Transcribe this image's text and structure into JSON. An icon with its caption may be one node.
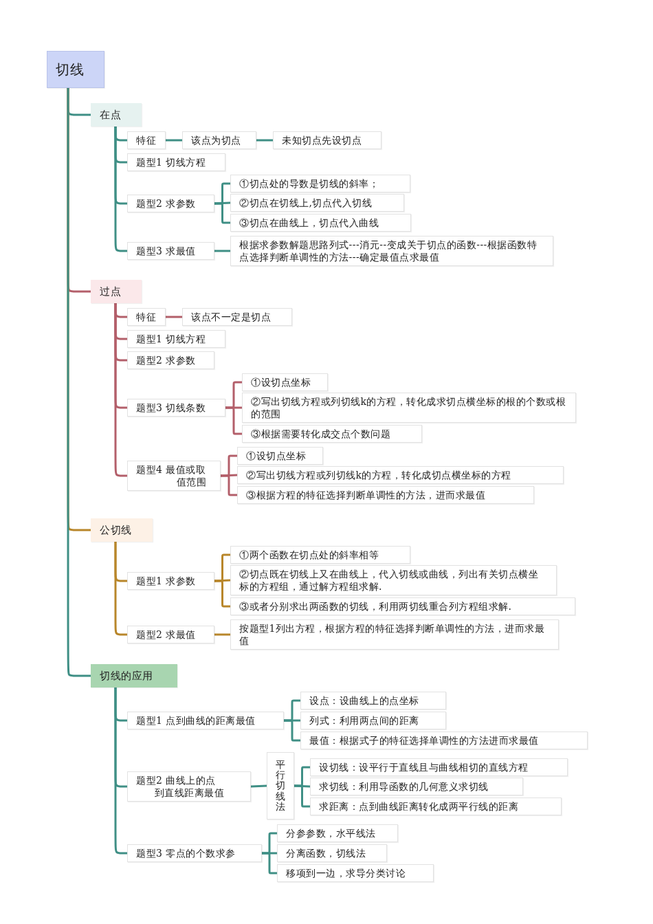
{
  "diagram": {
    "nodes": [
      {
        "text": [
          "切线"
        ]
      },
      {
        "text": [
          "在点"
        ]
      },
      {
        "text": [
          "特征"
        ]
      },
      {
        "text": [
          "该点为切点"
        ]
      },
      {
        "text": [
          "未知切点先设切点"
        ]
      },
      {
        "text": [
          "题型1 切线方程"
        ]
      },
      {
        "text": [
          "题型2 求参数"
        ]
      },
      {
        "text": [
          "①切点处的导数是切线的斜率；"
        ]
      },
      {
        "text": [
          "②切点在切线上,切点代入切线"
        ]
      },
      {
        "text": [
          "③切点在曲线上，切点代入曲线"
        ]
      },
      {
        "text": [
          "题型3 求最值"
        ]
      },
      {
        "text": [
          "根据求参数解题思路列式---消元--变成关于切点的函数---根据函数特点选择判断单调性的方法---确定最值点求最值"
        ]
      },
      {
        "text": [
          "过点"
        ]
      },
      {
        "text": [
          "特征"
        ]
      },
      {
        "text": [
          "该点不一定是切点"
        ]
      },
      {
        "text": [
          "题型1 切线方程"
        ]
      },
      {
        "text": [
          "题型2 求参数"
        ]
      },
      {
        "text": [
          "题型3 切线条数"
        ]
      },
      {
        "text": [
          "①设切点坐标"
        ]
      },
      {
        "text": [
          "②写出切线方程或列切线k的方程，转化成求切点横坐标的根的个数或根的范围"
        ]
      },
      {
        "text": [
          "③根据需要转化成交点个数问题"
        ]
      },
      {
        "text": [
          "题型4 最值或取值范围"
        ]
      },
      {
        "text": [
          "①设切点坐标"
        ]
      },
      {
        "text": [
          "②写出切线方程或列切线k的方程，转化成切点横坐标的方程"
        ]
      },
      {
        "text": [
          "③根据方程的特征选择判断单调性的方法，进而求最值"
        ]
      },
      {
        "text": [
          "公切线"
        ]
      },
      {
        "text": [
          "题型1 求参数"
        ]
      },
      {
        "text": [
          "①两个函数在切点处的斜率相等"
        ]
      },
      {
        "text": [
          "②切点既在切线上又在曲线上，代入切线或曲线，列出有关切点横坐标的方程组，通过解方程组求解."
        ]
      },
      {
        "text": [
          "③或者分别求出两函数的切线，利用两切线重合列方程组求解."
        ]
      },
      {
        "text": [
          "题型2 求最值"
        ]
      },
      {
        "text": [
          "按题型1列出方程，根据方程的特征选择判断单调性的方法，进而求最值"
        ]
      },
      {
        "text": [
          "切线的应用"
        ]
      },
      {
        "text": [
          "题型1 点到曲线的距离最值"
        ]
      },
      {
        "text": [
          "设点：设曲线上的点坐标"
        ]
      },
      {
        "text": [
          "列式：利用两点间的距离"
        ]
      },
      {
        "text": [
          "最值：根据式子的特征选择单调性的方法进而求最值"
        ]
      },
      {
        "text": [
          "题型2 曲线上的点到直线距离最值"
        ]
      },
      {
        "text": [
          "平行切线法"
        ]
      },
      {
        "text": [
          "设切线：设平行于直线且与曲线相切的直线方程"
        ]
      },
      {
        "text": [
          "求切线：利用导函数的几何意义求切线"
        ]
      },
      {
        "text": [
          "求距离：点到曲线距离转化成两平行线的距离"
        ]
      },
      {
        "text": [
          "题型3 零点的个数求参"
        ]
      },
      {
        "text": [
          "分参参数，水平线法"
        ]
      },
      {
        "text": [
          "分离函数，切线法"
        ]
      },
      {
        "text": [
          "移项到一边，求导分类讨论"
        ]
      }
    ],
    "edges": [
      {
        "from": 0,
        "to": 1,
        "arrow": "none"
      },
      {
        "from": 0,
        "to": 12,
        "arrow": "none",
        "color": "#b35f6a"
      },
      {
        "from": 0,
        "to": 25,
        "arrow": "none",
        "color": "#b8862a"
      },
      {
        "from": 0,
        "to": 32,
        "arrow": "none"
      },
      {
        "from": 1,
        "to": 2,
        "arrow": "none"
      },
      {
        "from": 2,
        "to": 3,
        "arrow": "none"
      },
      {
        "from": 3,
        "to": 4,
        "arrow": "none"
      },
      {
        "from": 1,
        "to": 5,
        "arrow": "none"
      },
      {
        "from": 1,
        "to": 6,
        "arrow": "none"
      },
      {
        "from": 6,
        "to": 7,
        "arrow": "none"
      },
      {
        "from": 6,
        "to": 8,
        "arrow": "none"
      },
      {
        "from": 6,
        "to": 9,
        "arrow": "none"
      },
      {
        "from": 1,
        "to": 10,
        "arrow": "none"
      },
      {
        "from": 10,
        "to": 11,
        "arrow": "none"
      },
      {
        "from": 12,
        "to": 13,
        "arrow": "none",
        "color": "#b35f6a"
      },
      {
        "from": 13,
        "to": 14,
        "arrow": "none",
        "color": "#b35f6a"
      },
      {
        "from": 12,
        "to": 15,
        "arrow": "none",
        "color": "#b35f6a"
      },
      {
        "from": 12,
        "to": 16,
        "arrow": "none",
        "color": "#b35f6a"
      },
      {
        "from": 12,
        "to": 17,
        "arrow": "none",
        "color": "#b35f6a"
      },
      {
        "from": 17,
        "to": 18,
        "arrow": "none",
        "color": "#b35f6a"
      },
      {
        "from": 17,
        "to": 19,
        "arrow": "none",
        "color": "#b35f6a"
      },
      {
        "from": 17,
        "to": 20,
        "arrow": "none",
        "color": "#b35f6a"
      },
      {
        "from": 12,
        "to": 21,
        "arrow": "none",
        "color": "#b35f6a"
      },
      {
        "from": 21,
        "to": 22,
        "arrow": "none",
        "color": "#b35f6a"
      },
      {
        "from": 21,
        "to": 23,
        "arrow": "none",
        "color": "#b35f6a"
      },
      {
        "from": 21,
        "to": 24,
        "arrow": "none",
        "color": "#b35f6a"
      },
      {
        "from": 25,
        "to": 26,
        "arrow": "none",
        "color": "#b8862a"
      },
      {
        "from": 26,
        "to": 27,
        "arrow": "none",
        "color": "#b8862a"
      },
      {
        "from": 26,
        "to": 28,
        "arrow": "none",
        "color": "#b8862a"
      },
      {
        "from": 26,
        "to": 29,
        "arrow": "none",
        "color": "#b8862a"
      },
      {
        "from": 25,
        "to": 30,
        "arrow": "none",
        "color": "#b8862a"
      },
      {
        "from": 30,
        "to": 31,
        "arrow": "none",
        "color": "#b8862a"
      },
      {
        "from": 32,
        "to": 33,
        "arrow": "none"
      },
      {
        "from": 33,
        "to": 34,
        "arrow": "none"
      },
      {
        "from": 33,
        "to": 35,
        "arrow": "none"
      },
      {
        "from": 33,
        "to": 36,
        "arrow": "none"
      },
      {
        "from": 32,
        "to": 37,
        "arrow": "none"
      },
      {
        "from": 37,
        "to": 38,
        "arrow": "none"
      },
      {
        "from": 38,
        "to": 39,
        "arrow": "none"
      },
      {
        "from": 38,
        "to": 40,
        "arrow": "none"
      },
      {
        "from": 38,
        "to": 41,
        "arrow": "none"
      },
      {
        "from": 32,
        "to": 42,
        "arrow": "none"
      },
      {
        "from": 42,
        "to": 43,
        "arrow": "none"
      },
      {
        "from": 42,
        "to": 44,
        "arrow": "none"
      },
      {
        "from": 42,
        "to": 45,
        "arrow": "none"
      }
    ]
  }
}
